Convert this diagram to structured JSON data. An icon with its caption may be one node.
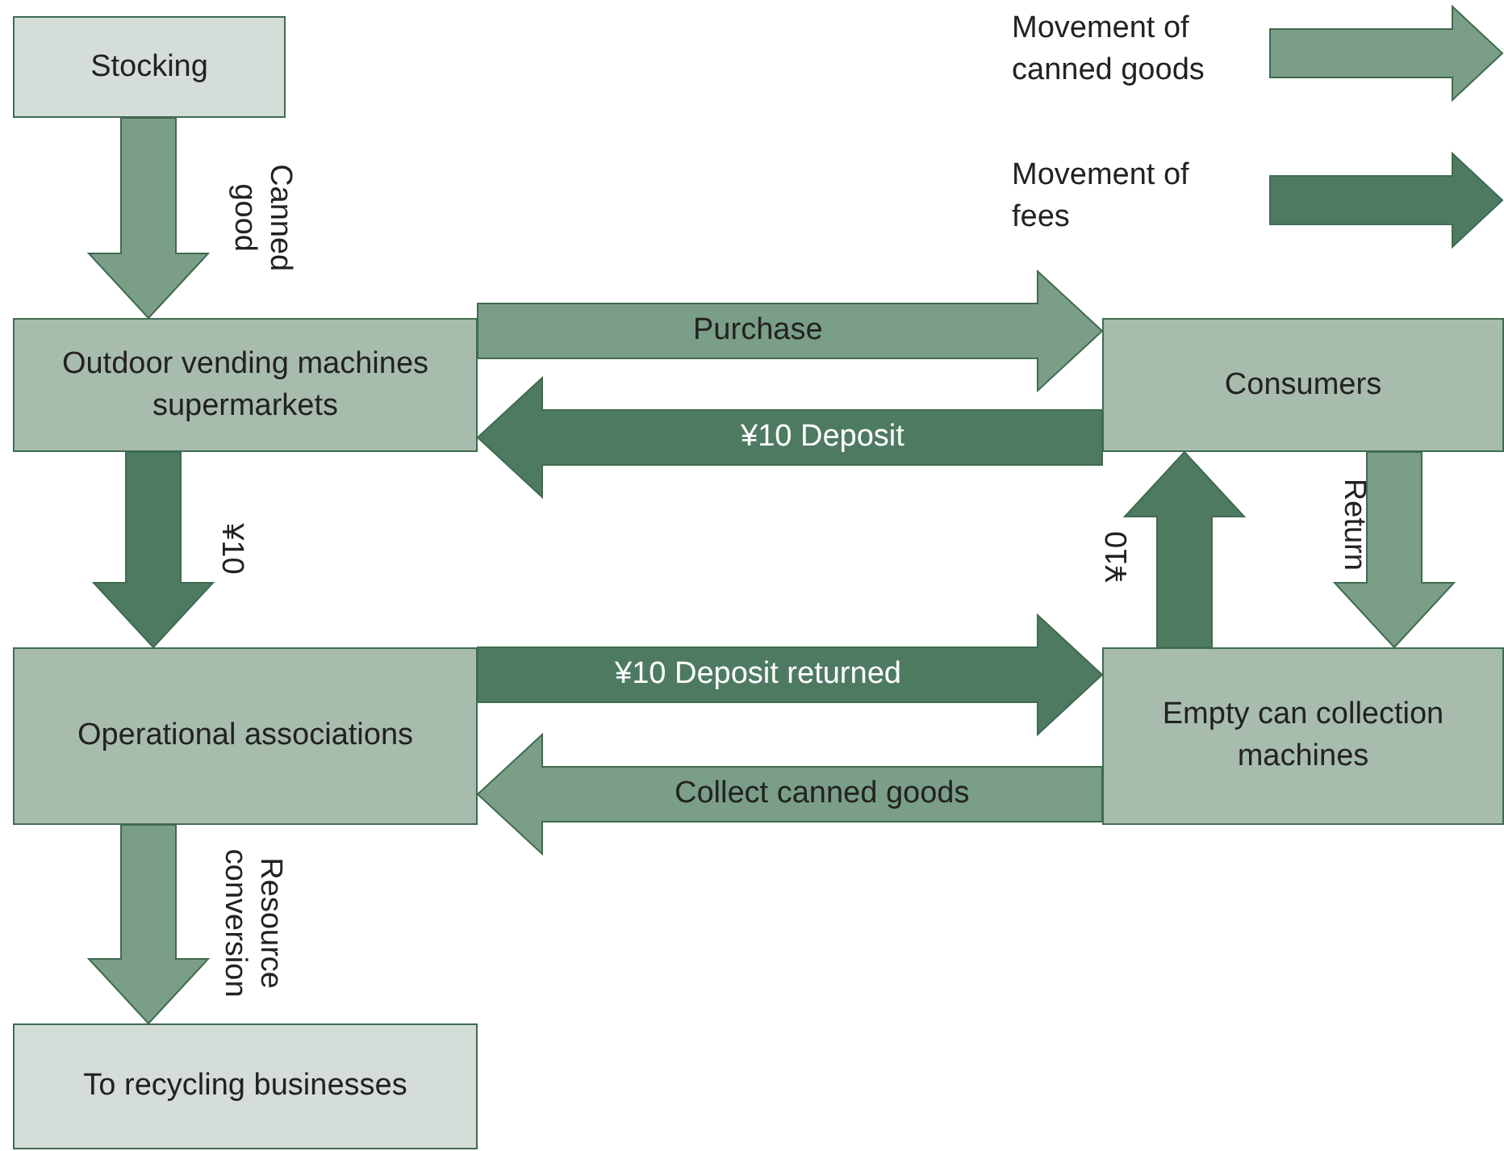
{
  "diagram": {
    "nodes": [
      {
        "text": [
          "Stocking"
        ]
      },
      {
        "text": [
          "Outdoor vending machines supermarkets"
        ]
      },
      {
        "text": [
          "Operational associations"
        ]
      },
      {
        "text": [
          "To recycling businesses"
        ]
      },
      {
        "text": [
          "Consumers"
        ]
      },
      {
        "text": [
          "Empty can collection machines"
        ]
      }
    ],
    "edges": [
      {
        "from": 0,
        "to": 1,
        "arrow": "to",
        "label": "Canned good"
      },
      {
        "from": 1,
        "to": 2,
        "arrow": "to",
        "label": "¥10",
        "color": "#4e7a62"
      },
      {
        "from": 1,
        "to": 4,
        "arrow": "to",
        "label": "Purchase"
      },
      {
        "from": 4,
        "to": 1,
        "arrow": "to",
        "label": "¥10 Deposit",
        "color": "#4e7a62"
      },
      {
        "from": 2,
        "to": 5,
        "arrow": "to",
        "label": "¥10 Deposit returned",
        "color": "#4e7a62"
      },
      {
        "from": 5,
        "to": 2,
        "arrow": "to",
        "label": "Collect canned goods"
      },
      {
        "from": 2,
        "to": 3,
        "arrow": "to",
        "label": "Resource conversion"
      },
      {
        "from": 5,
        "to": 4,
        "arrow": "to",
        "label": "¥10",
        "color": "#4e7a62"
      },
      {
        "from": 4,
        "to": 5,
        "arrow": "to",
        "label": "Return"
      }
    ],
    "legend": [
      {
        "text": "Movement of canned goods",
        "color": "#7a9e87"
      },
      {
        "text": "Movement of fees",
        "color": "#4e7a62"
      }
    ]
  }
}
